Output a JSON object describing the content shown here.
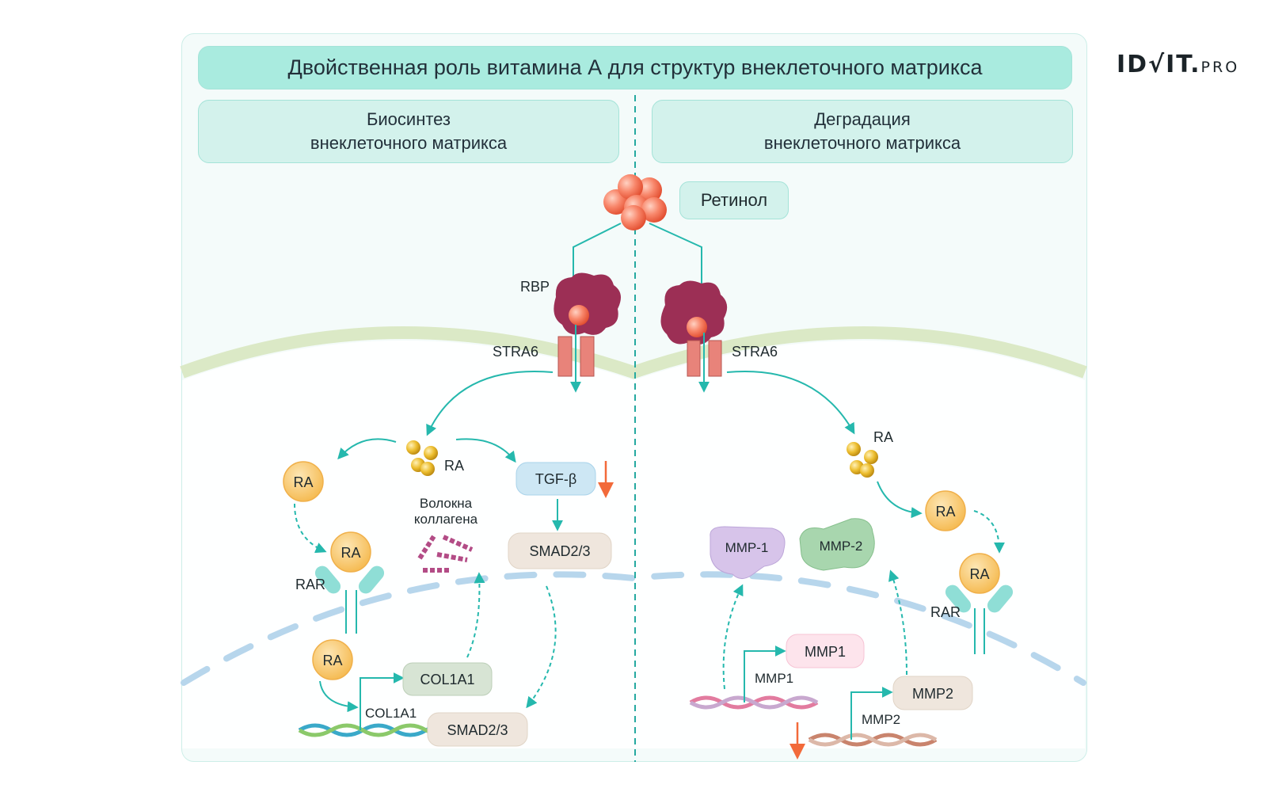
{
  "title": "Двойственная роль витамина А для структур внеклеточного матрикса",
  "logo": {
    "main": "ID√IT.",
    "suffix": "PRO"
  },
  "panels": {
    "left": {
      "header_line1": "Биосинтез",
      "header_line2": "внеклеточного матрикса"
    },
    "right": {
      "header_line1": "Деградация",
      "header_line2": "внеклеточного матрикса"
    }
  },
  "retinol": "Ретинол",
  "labels": {
    "rbp": "RBP",
    "stra6_left": "STRA6",
    "stra6_right": "STRA6",
    "ra_cluster_left": "RA",
    "ra_cluster_right": "RA",
    "ra_circle_left_top": "RA",
    "ra_circle_left_receptor": "RA",
    "ra_circle_left_bottom": "RA",
    "ra_circle_right_top": "RA",
    "ra_circle_right_receptor": "RA",
    "rar_left": "RAR",
    "rar_right": "RAR",
    "tgf_beta": "TGF-β",
    "smad_cyto": "SMAD2/3",
    "smad_nucleus": "SMAD2/3",
    "collagen_line1": "Волокна",
    "collagen_line2": "коллагена",
    "col1a1_protein": "COL1A1",
    "col1a1_gene": "COL1A1",
    "mmp1_enzyme": "MMP-1",
    "mmp2_enzyme": "MMP-2",
    "mmp1_protein": "MMP1",
    "mmp1_gene": "MMP1",
    "mmp2_protein": "MMP2",
    "mmp2_gene": "MMP2"
  },
  "colors": {
    "teal_arrow": "#25b8ad",
    "retinol": "#f26545",
    "rbp": "#9c2f55",
    "stra6": "#e8837a",
    "ra_gold": "#e5b324",
    "ra_circle": "#f9c86a",
    "receptor": "#8fded6",
    "tgf_box": "#cde7f4",
    "smad_box": "#efe6dd",
    "col1a1_box": "#d7e4d4",
    "mmp1_box": "#fde4ec",
    "mmp1_enzyme": "#d7c4ea",
    "mmp2_enzyme": "#a8d6ae",
    "down_arrow": "#f26a3a",
    "membrane": "#d8e7c2",
    "nucleus_dash": "#b7d6ec"
  }
}
